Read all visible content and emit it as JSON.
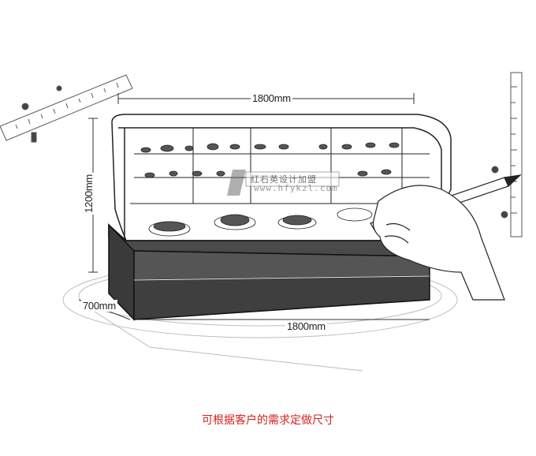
{
  "dimensions": {
    "width_top": "1800mm",
    "width_bottom": "1800mm",
    "height": "1200mm",
    "depth": "700mm"
  },
  "watermark": {
    "brand_text": "红石英设计加盟",
    "url": "www.hfykzl.com"
  },
  "caption": "可根据客户的需求定做尺寸",
  "colors": {
    "line": "#222222",
    "cabinet_dark": "#3a3a3a",
    "caption_red": "#d81e1e"
  }
}
